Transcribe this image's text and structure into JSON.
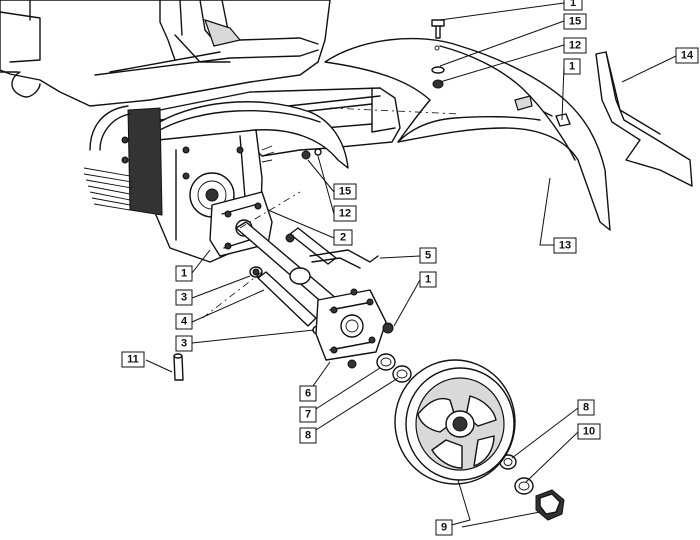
{
  "callouts": [
    {
      "id": "c1a",
      "label": "1"
    },
    {
      "id": "c15a",
      "label": "15"
    },
    {
      "id": "c12a",
      "label": "12"
    },
    {
      "id": "c1b",
      "label": "1"
    },
    {
      "id": "c14",
      "label": "14"
    },
    {
      "id": "c15b",
      "label": "15"
    },
    {
      "id": "c12b",
      "label": "12"
    },
    {
      "id": "c2",
      "label": "2"
    },
    {
      "id": "c13",
      "label": "13"
    },
    {
      "id": "c5",
      "label": "5"
    },
    {
      "id": "c1c",
      "label": "1"
    },
    {
      "id": "c1d",
      "label": "1"
    },
    {
      "id": "c3a",
      "label": "3"
    },
    {
      "id": "c4",
      "label": "4"
    },
    {
      "id": "c3b",
      "label": "3"
    },
    {
      "id": "c11",
      "label": "11"
    },
    {
      "id": "c6",
      "label": "6"
    },
    {
      "id": "c7",
      "label": "7"
    },
    {
      "id": "c8a",
      "label": "8"
    },
    {
      "id": "c8b",
      "label": "8"
    },
    {
      "id": "c10",
      "label": "10"
    },
    {
      "id": "c9",
      "label": "9"
    }
  ]
}
